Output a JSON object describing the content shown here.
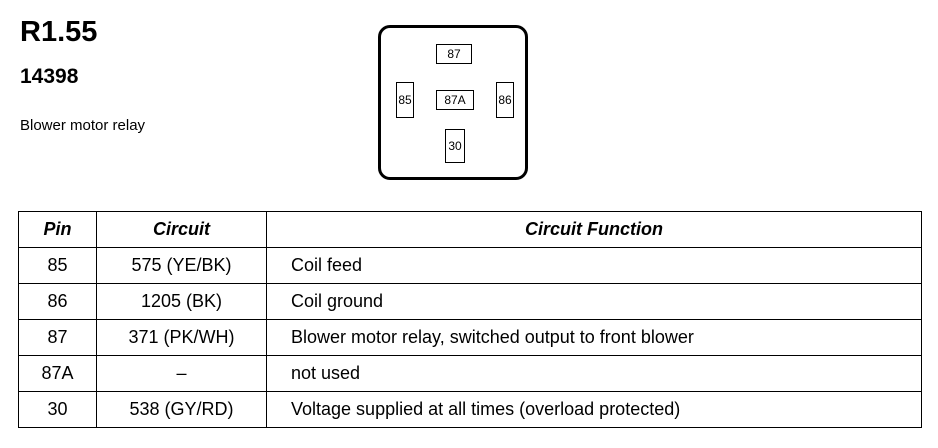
{
  "header": {
    "title": "R1.55",
    "part_number": "14398",
    "description": "Blower motor relay"
  },
  "relay_diagram": {
    "pins": {
      "p87": "87",
      "p85": "85",
      "p87a": "87A",
      "p86": "86",
      "p30": "30"
    }
  },
  "table": {
    "headers": {
      "pin": "Pin",
      "circuit": "Circuit",
      "function": "Circuit Function"
    },
    "rows": [
      {
        "pin": "85",
        "circuit": "575 (YE/BK)",
        "function": "Coil feed"
      },
      {
        "pin": "86",
        "circuit": "1205 (BK)",
        "function": "Coil ground"
      },
      {
        "pin": "87",
        "circuit": "371 (PK/WH)",
        "function": "Blower motor relay, switched output to front blower"
      },
      {
        "pin": "87A",
        "circuit": "–",
        "function": "not used"
      },
      {
        "pin": "30",
        "circuit": "538 (GY/RD)",
        "function": "Voltage supplied at all times (overload protected)"
      }
    ]
  }
}
